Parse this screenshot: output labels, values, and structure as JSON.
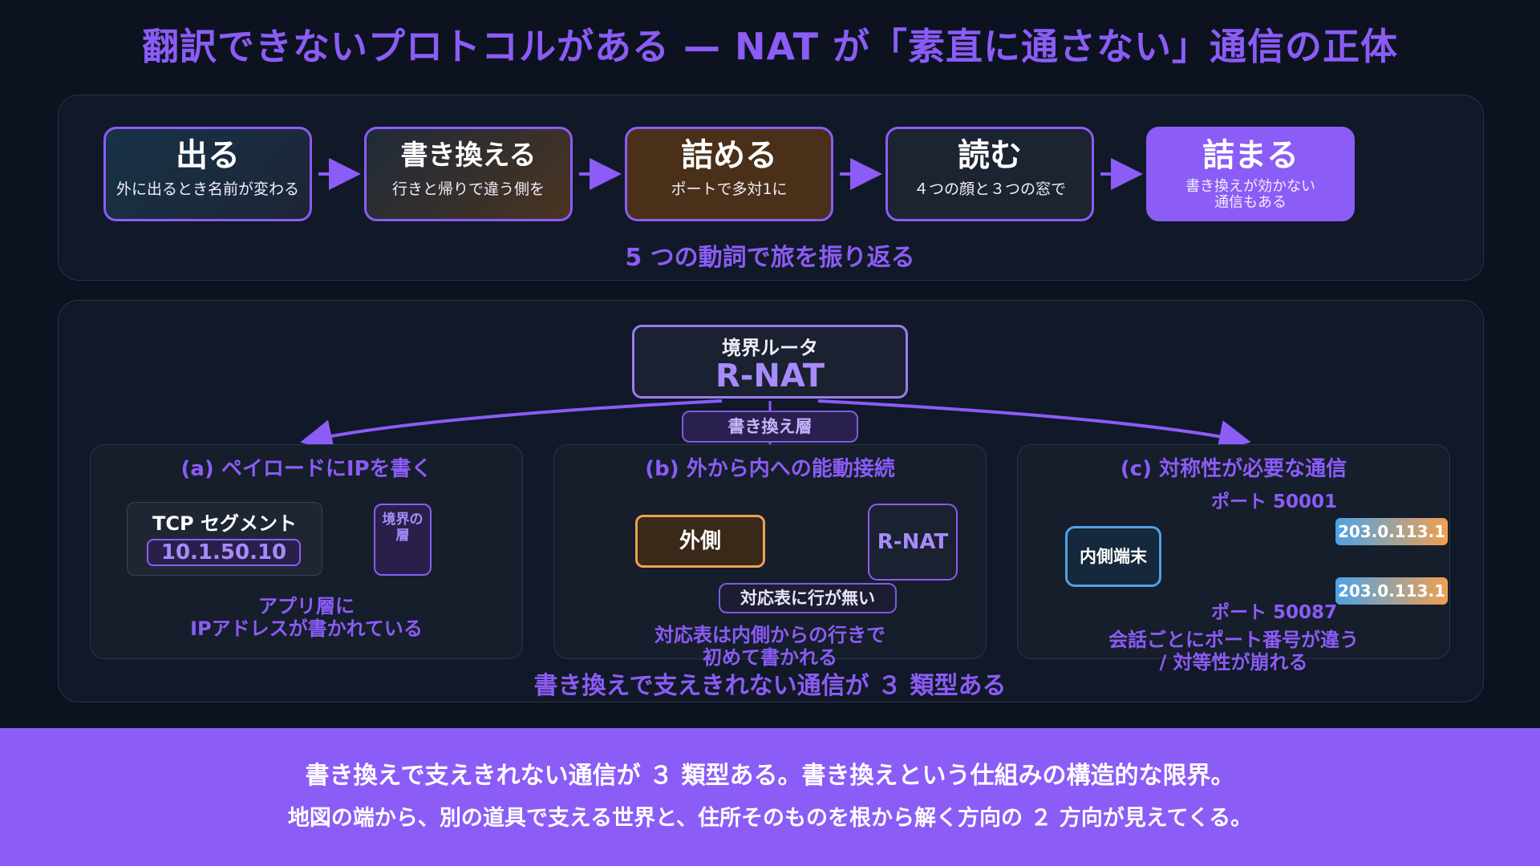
{
  "title": "翻訳できないプロトコルがある — NAT が「素直に通さない」通信の正体",
  "steps": [
    {
      "verb": "出る",
      "desc": "外に出るとき名前が変わる"
    },
    {
      "verb": "書き換える",
      "desc": "行きと帰りで違う側を"
    },
    {
      "verb": "詰める",
      "desc": "ポートで多対1に"
    },
    {
      "verb": "読む",
      "desc": "４つの顔と３つの窓で"
    },
    {
      "verb": "詰まる",
      "desc1": "書き換えが効かない",
      "desc2": "通信もある"
    }
  ],
  "top_caption": "5 つの動詞で旅を振り返る",
  "router": {
    "sub": "境界ルータ",
    "main": "R-NAT"
  },
  "layer_label": "書き換え層",
  "cards": {
    "a": {
      "title": "(a) ペイロードにIPを書く",
      "segment_label": "TCP セグメント",
      "ip": "10.1.50.10",
      "boundary1": "境界の",
      "boundary2": "層",
      "caption1": "アプリ層に",
      "caption2": "IPアドレスが書かれている"
    },
    "b": {
      "title": "(b) 外から内への能動接続",
      "outside": "外側",
      "router": "R-NAT",
      "no_row": "対応表に行が無い",
      "caption1": "対応表は内側からの行きで",
      "caption2": "初めて書かれる"
    },
    "c": {
      "title": "(c) 対称性が必要な通信",
      "terminal": "内側端末",
      "port1": "ポート 50001",
      "port2": "ポート 50087",
      "ip1": "203.0.113.1",
      "ip2": "203.0.113.1",
      "caption1": "会話ごとにポート番号が違う",
      "caption2": "/ 対等性が崩れる"
    }
  },
  "bottom_caption": "書き換えで支えきれない通信が ３ 類型ある",
  "footer": {
    "line1": "書き換えで支えきれない通信が ３ 類型ある。書き換えという仕組みの構造的な限界。",
    "line2": "地図の端から、別の道具で支える世界と、住所そのものを根から解く方向の ２ 方向が見えてくる。"
  },
  "colors": {
    "accent": "#8b5cf6",
    "warning": "#f0a050",
    "info": "#4da3e6",
    "background": "#0d1220"
  }
}
